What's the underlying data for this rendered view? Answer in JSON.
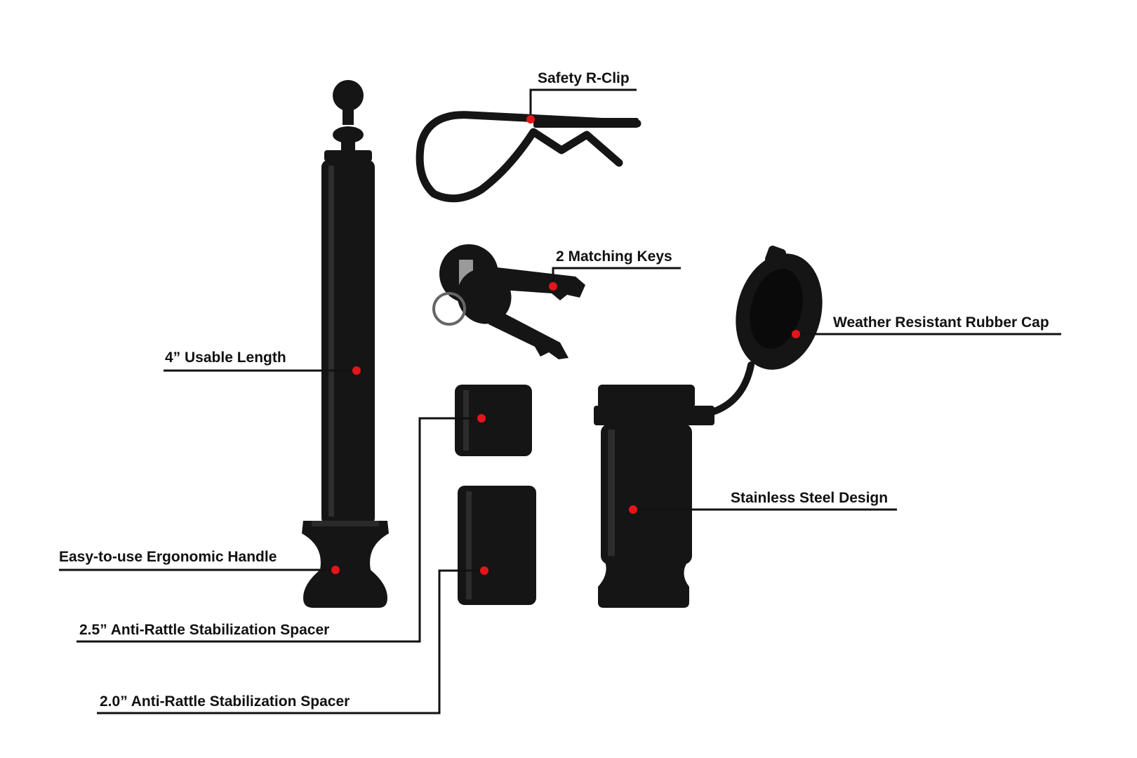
{
  "diagram": {
    "colors": {
      "background": "#ffffff",
      "text": "#111111",
      "marker": "#e8141b",
      "part": "#151515"
    },
    "callouts": [
      {
        "id": "safety-r-clip",
        "label": "Safety R-Clip"
      },
      {
        "id": "matching-keys",
        "label": "2 Matching Keys"
      },
      {
        "id": "rubber-cap",
        "label": "Weather Resistant Rubber Cap"
      },
      {
        "id": "usable-length",
        "label": "4” Usable Length"
      },
      {
        "id": "stainless-steel",
        "label": "Stainless Steel Design"
      },
      {
        "id": "ergonomic-handle",
        "label": "Easy-to-use Ergonomic Handle"
      },
      {
        "id": "spacer-2-5",
        "label": "2.5” Anti-Rattle Stabilization Spacer"
      },
      {
        "id": "spacer-2-0",
        "label": "2.0” Anti-Rattle Stabilization Spacer"
      }
    ]
  }
}
